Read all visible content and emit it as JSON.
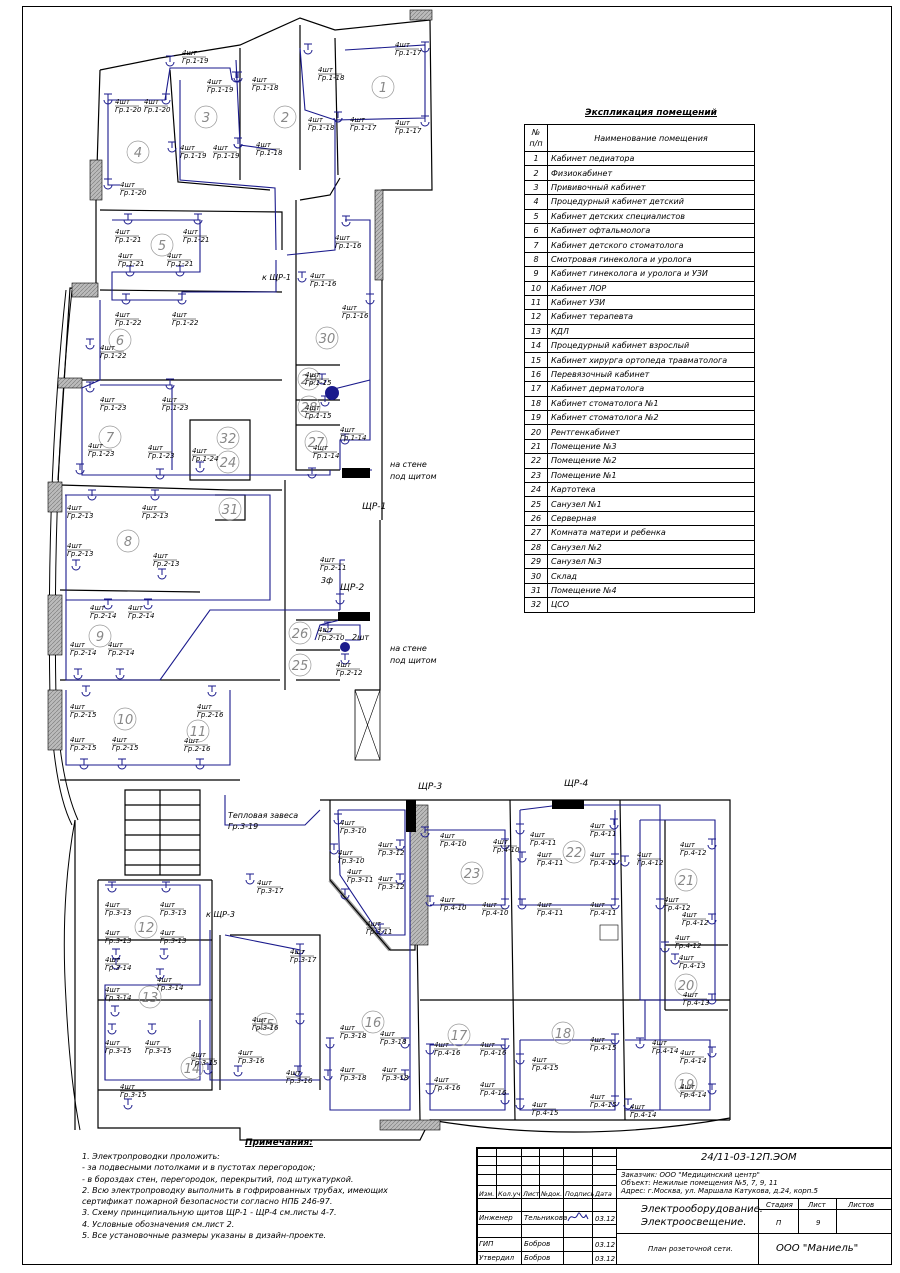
{
  "explication": {
    "title": "Экспликация помещений",
    "col_num": "№\nп/п",
    "col_num_a": "№",
    "col_num_b": "п/п",
    "col_name": "Наименование помещения",
    "rows": [
      {
        "n": "1",
        "name": "Кабинет педиатора"
      },
      {
        "n": "2",
        "name": "Физиокабинет"
      },
      {
        "n": "3",
        "name": "Прививочный кабинет"
      },
      {
        "n": "4",
        "name": "Процедурный кабинет детский"
      },
      {
        "n": "5",
        "name": "Кабинет детских специалистов"
      },
      {
        "n": "6",
        "name": "Кабинет офтальмолога"
      },
      {
        "n": "7",
        "name": "Кабинет детского стоматолога"
      },
      {
        "n": "8",
        "name": "Смотровая гинеколога и уролога"
      },
      {
        "n": "9",
        "name": "Кабинет гинеколога и уролога и УЗИ"
      },
      {
        "n": "10",
        "name": "Кабинет ЛОР"
      },
      {
        "n": "11",
        "name": "Кабинет УЗИ"
      },
      {
        "n": "12",
        "name": "Кабинет терапевта"
      },
      {
        "n": "13",
        "name": "КДЛ"
      },
      {
        "n": "14",
        "name": "Процедурный кабинет взрослый"
      },
      {
        "n": "15",
        "name": "Кабинет хирурга ортопеда травматолога"
      },
      {
        "n": "16",
        "name": "Перевязочный кабинет"
      },
      {
        "n": "17",
        "name": "Кабинет дерматолога"
      },
      {
        "n": "18",
        "name": "Кабинет стоматолога №1"
      },
      {
        "n": "19",
        "name": "Кабинет стоматолога №2"
      },
      {
        "n": "20",
        "name": "Рентгенкабинет"
      },
      {
        "n": "21",
        "name": "Помещение №3"
      },
      {
        "n": "22",
        "name": "Помещение №2"
      },
      {
        "n": "23",
        "name": "Помещение №1"
      },
      {
        "n": "24",
        "name": "Картотека"
      },
      {
        "n": "25",
        "name": "Санузел №1"
      },
      {
        "n": "26",
        "name": "Серверная"
      },
      {
        "n": "27",
        "name": "Комната матери и ребенка"
      },
      {
        "n": "28",
        "name": "Санузел №2"
      },
      {
        "n": "29",
        "name": "Санузел №3"
      },
      {
        "n": "30",
        "name": "Склад"
      },
      {
        "n": "31",
        "name": "Помещение №4"
      },
      {
        "n": "32",
        "name": "ЦСО"
      }
    ]
  },
  "notes": {
    "title": "Примечания:",
    "items": [
      "1. Электропроводки проложить:",
      "- за подвесными потолками и в пустотах перегородок;",
      "- в бороздах стен, перегородок, перекрытий, под штукатуркой.",
      "2. Всю электропроводку выполнить в гофрированных трубах, имеющих",
      "сертификат пожарной безопасности согласно  НПБ 246-97.",
      "3. Схему принципиальную щитов ЩР-1 - ЩР-4 см.листы 4-7.",
      "4. Условные обозначения см.лист 2.",
      "5. Все установочные размеры указаны в дизайн-проекте."
    ]
  },
  "title_block": {
    "code": "24/11-03-12П.ЭОМ",
    "customer": "Заказчик: ООО \"Медицинский центр\"",
    "object": "Объект: Нежилые помещения №5, 7, 9, 11",
    "address": "Адрес: г.Москва, ул. Маршала Катукова, д.24, корп.5",
    "headers": [
      "Изм.",
      "Кол.уч",
      "Лист",
      "№док.",
      "Подпись",
      "Дата"
    ],
    "roles": [
      {
        "role": "Инженер",
        "name": "Тельникова",
        "date": "03.12"
      },
      {
        "role": "ГИП",
        "name": "Бобров",
        "date": "03.12"
      },
      {
        "role": "Утвердил",
        "name": "Бобров",
        "date": "03.12"
      }
    ],
    "project_title_1": "Электрооборудование.",
    "project_title_2": "Электроосвещение.",
    "stage_label": "Стадия",
    "sheet_label": "Лист",
    "sheets_label": "Листов",
    "stage": "П",
    "sheet": "9",
    "sheets": "",
    "drawing_name": "План розеточной сети.",
    "company": "ООО \"Маниель\""
  },
  "plan": {
    "panels": [
      "ЩР-1",
      "ЩР-2",
      "ЩР-3",
      "ЩР-4"
    ],
    "to_panel_1": "к ЩР-1",
    "to_panel_3": "к ЩР-3",
    "on_wall": "на стене",
    "under_panel": "под щитом",
    "three_phase": "3ф",
    "heat_curtain": "Тепловая завеса",
    "heat_group": "Гр.3-19",
    "qty": "4шт",
    "qty2": "2шт",
    "line_color": "#1a1a8c"
  }
}
